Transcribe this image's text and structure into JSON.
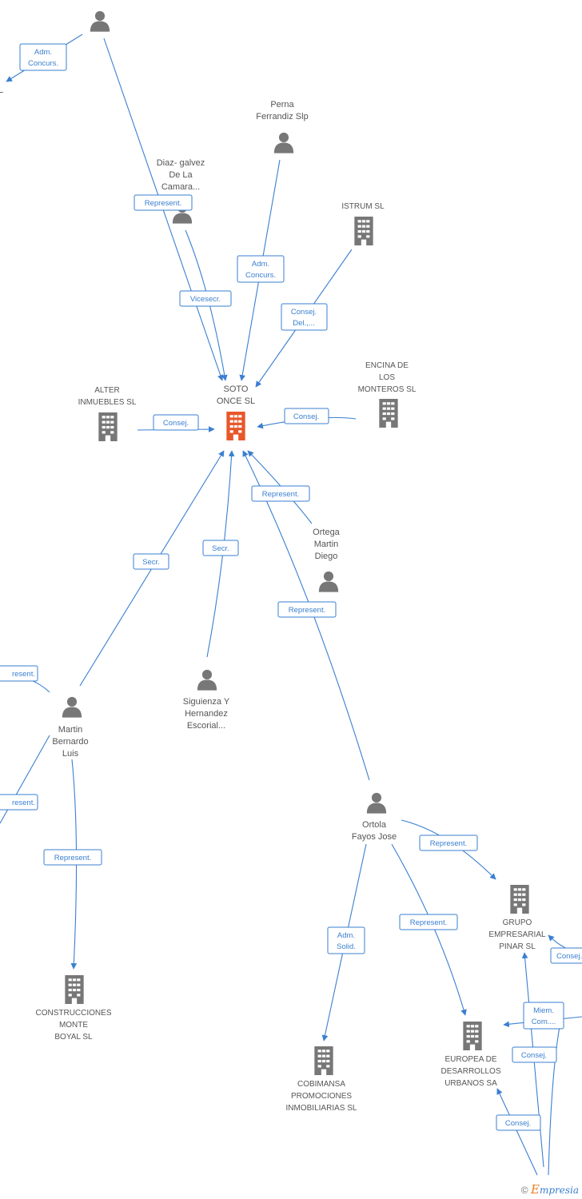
{
  "colors": {
    "edge": "#3a7fd1",
    "person": "#777777",
    "company": "#777777",
    "center": "#e8572a"
  },
  "center": {
    "label": [
      "SOTO",
      "ONCE SL"
    ]
  },
  "nodes": [
    {
      "id": "p_top",
      "type": "person",
      "label": []
    },
    {
      "id": "p_perna",
      "type": "person",
      "label": [
        "Perna",
        "Ferrandiz Slp"
      ]
    },
    {
      "id": "p_diaz",
      "type": "person",
      "label": [
        "Diaz- galvez",
        "De La",
        "Camara..."
      ]
    },
    {
      "id": "c_istrum",
      "type": "company",
      "label": [
        "ISTRUM  SL"
      ]
    },
    {
      "id": "c_alter",
      "type": "company",
      "label": [
        "ALTER",
        "INMUEBLES SL"
      ]
    },
    {
      "id": "c_encina",
      "type": "company",
      "label": [
        "ENCINA DE",
        "LOS",
        "MONTEROS  SL"
      ]
    },
    {
      "id": "p_ortega",
      "type": "person",
      "label": [
        "Ortega",
        "Martin",
        "Diego"
      ]
    },
    {
      "id": "p_siguienza",
      "type": "person",
      "label": [
        "Siguienza Y",
        "Hernandez",
        "Escorial..."
      ]
    },
    {
      "id": "p_martin",
      "type": "person",
      "label": [
        "Martin",
        "Bernardo",
        "Luis"
      ]
    },
    {
      "id": "p_ortola",
      "type": "person",
      "label": [
        "Ortola",
        "Fayos Jose"
      ]
    },
    {
      "id": "c_grupo",
      "type": "company",
      "label": [
        "GRUPO",
        "EMPRESARIAL",
        "PINAR SL"
      ]
    },
    {
      "id": "c_construcciones",
      "type": "company",
      "label": [
        "CONSTRUCCIONES",
        "MONTE",
        "BOYAL SL"
      ]
    },
    {
      "id": "c_cobimansa",
      "type": "company",
      "label": [
        "COBIMANSA",
        "PROMOCIONES",
        "INMOBILIARIAS SL"
      ]
    },
    {
      "id": "c_europea",
      "type": "company",
      "label": [
        "EUROPEA DE",
        "DESARROLLOS",
        "URBANOS SA"
      ]
    },
    {
      "id": "edge_fragment_left",
      "type": "text",
      "label": [
        "L"
      ]
    }
  ],
  "edges": [
    {
      "id": "e1",
      "label": [
        "Adm.",
        "Concurs."
      ]
    },
    {
      "id": "e2",
      "label": [
        "Represent."
      ]
    },
    {
      "id": "e3",
      "label": [
        "Vicesecr."
      ]
    },
    {
      "id": "e4",
      "label": [
        "Adm.",
        "Concurs."
      ]
    },
    {
      "id": "e5",
      "label": [
        "Consej.",
        "Del.,..."
      ]
    },
    {
      "id": "e6",
      "label": [
        "Consej."
      ]
    },
    {
      "id": "e7",
      "label": [
        "Consej."
      ]
    },
    {
      "id": "e8",
      "label": [
        "Represent."
      ]
    },
    {
      "id": "e9",
      "label": [
        "Secr."
      ]
    },
    {
      "id": "e10",
      "label": [
        "Secr."
      ]
    },
    {
      "id": "e11",
      "label": [
        "Represent."
      ]
    },
    {
      "id": "e12",
      "label": [
        "resent."
      ]
    },
    {
      "id": "e13",
      "label": [
        "resent."
      ]
    },
    {
      "id": "e14",
      "label": [
        "Represent."
      ]
    },
    {
      "id": "e15",
      "label": [
        "Represent."
      ]
    },
    {
      "id": "e16",
      "label": [
        "Adm.",
        "Solid."
      ]
    },
    {
      "id": "e17",
      "label": [
        "Represent."
      ]
    },
    {
      "id": "e18",
      "label": [
        "Consej."
      ]
    },
    {
      "id": "e19",
      "label": [
        "Miem.",
        "Com...."
      ]
    },
    {
      "id": "e20",
      "label": [
        "Consej."
      ]
    },
    {
      "id": "e21",
      "label": [
        "Consej."
      ]
    }
  ],
  "brand": {
    "copyright": "©",
    "e": "E",
    "rest": "mpresia"
  }
}
